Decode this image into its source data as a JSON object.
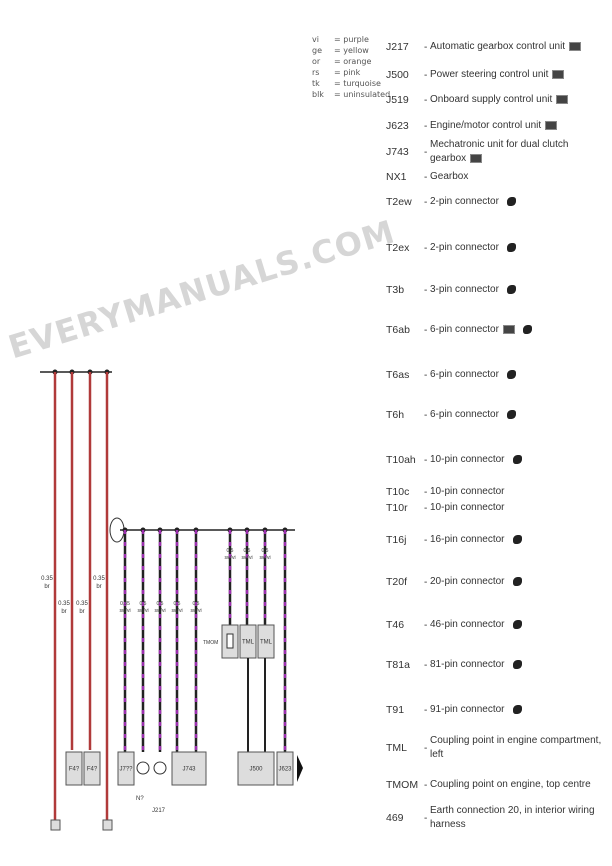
{
  "color_legend": [
    {
      "code": "vi",
      "name": "= purple"
    },
    {
      "code": "ge",
      "name": "= yellow"
    },
    {
      "code": "or",
      "name": "= orange"
    },
    {
      "code": "rs",
      "name": "= pink"
    },
    {
      "code": "tk",
      "name": "= turquoise"
    },
    {
      "code": "blk",
      "name": "= uninsulated"
    }
  ],
  "components": [
    {
      "code": "J217",
      "desc": "Automatic gearbox control unit",
      "icon": "control-unit-icon"
    },
    {
      "code": "J500",
      "desc": "Power steering control unit",
      "icon": "control-unit-icon"
    },
    {
      "code": "J519",
      "desc": "Onboard supply control unit",
      "icon": "control-unit-icon"
    },
    {
      "code": "J623",
      "desc": "Engine/motor control unit",
      "icon": "control-unit-icon"
    },
    {
      "code": "J743",
      "desc": "Mechatronic unit for dual clutch gearbox",
      "icon": "control-unit-icon"
    },
    {
      "code": "NX1",
      "desc": "Gearbox",
      "icon": ""
    },
    {
      "code": "T2ew",
      "desc": "2-pin connector",
      "icon": "connector-icon"
    },
    {
      "code": "T2ex",
      "desc": "2-pin connector",
      "icon": "connector-icon"
    },
    {
      "code": "T3b",
      "desc": "3-pin connector",
      "icon": "connector-icon"
    },
    {
      "code": "T6ab",
      "desc": "6-pin connector",
      "icon": "control-unit-icon connector-icon"
    },
    {
      "code": "T6as",
      "desc": "6-pin connector",
      "icon": "connector-icon"
    },
    {
      "code": "T6h",
      "desc": "6-pin connector",
      "icon": "connector-icon"
    },
    {
      "code": "T10ah",
      "desc": "10-pin connector",
      "icon": "connector-icon"
    },
    {
      "code": "T10c",
      "desc": "10-pin connector",
      "icon": ""
    },
    {
      "code": "T10r",
      "desc": "10-pin connector",
      "icon": ""
    },
    {
      "code": "T16j",
      "desc": "16-pin connector",
      "icon": "connector-icon"
    },
    {
      "code": "T20f",
      "desc": "20-pin connector",
      "icon": "connector-icon"
    },
    {
      "code": "T46",
      "desc": "46-pin connector",
      "icon": "connector-icon"
    },
    {
      "code": "T81a",
      "desc": "81-pin connector",
      "icon": "connector-icon"
    },
    {
      "code": "T91",
      "desc": "91-pin connector",
      "icon": "connector-icon"
    },
    {
      "code": "TML",
      "desc": "Coupling point in engine compartment, left",
      "icon": ""
    },
    {
      "code": "TMOM",
      "desc": "Coupling point on engine, top centre",
      "icon": ""
    },
    {
      "code": "469",
      "desc": "Earth connection 20, in interior wiring harness",
      "icon": ""
    }
  ],
  "watermark": "EVERYMANUALS.COM",
  "diagram": {
    "wire_colors": {
      "red": "#b03a3a",
      "black": "#222222",
      "purple": "#9b2fae"
    },
    "left_labels": [
      "0.35 br",
      "0.35 br",
      "0.35 br",
      "0.35 br"
    ],
    "bus_labels": [
      "0.35 sw/vi",
      "0.5 sw/vi",
      "0.5 sw/vi",
      "0.5 sw/vi",
      "0.5 sw/vi"
    ],
    "upper_labels": [
      "0.5 sw/vi",
      "0.5 sw/vi",
      "0.5 sw/vi"
    ],
    "components_bottom": [
      "F4?",
      "F4?",
      "J7??",
      "J217",
      "J743",
      "J500",
      "J623"
    ],
    "couplings": [
      "TMOM",
      "TML",
      "TML"
    ],
    "bottom_labels": [
      "N?",
      "J217"
    ]
  }
}
